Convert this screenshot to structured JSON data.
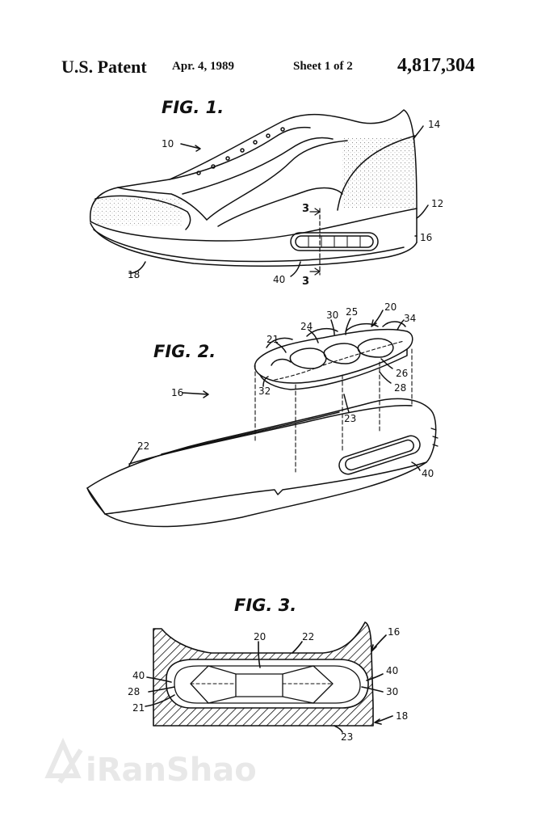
{
  "header": {
    "patent": "U.S. Patent",
    "date": "Apr. 4, 1989",
    "sheet": "Sheet 1 of 2",
    "number": "4,817,304"
  },
  "fig1": {
    "title": "FIG. 1.",
    "refs": {
      "r10": "10",
      "r14": "14",
      "r12": "12",
      "r16": "16",
      "r18": "18",
      "r40": "40",
      "sec_top": "3",
      "sec_bottom": "3"
    }
  },
  "fig2": {
    "title": "FIG. 2.",
    "refs": {
      "r16": "16",
      "r20": "20",
      "r30": "30",
      "r25": "25",
      "r24": "24",
      "r34": "34",
      "r21": "21",
      "r26": "26",
      "r28": "28",
      "r32": "32",
      "r23": "23",
      "r22": "22",
      "r40": "40"
    }
  },
  "fig3": {
    "title": "FIG. 3.",
    "refs": {
      "r20": "20",
      "r22": "22",
      "r16": "16",
      "r40_left": "40",
      "r28": "28",
      "r21": "21",
      "r40_right": "40",
      "r30": "30",
      "r18": "18",
      "r23": "23"
    }
  },
  "watermark": {
    "text": "iRanShao",
    "color": "#e6e6e6"
  }
}
